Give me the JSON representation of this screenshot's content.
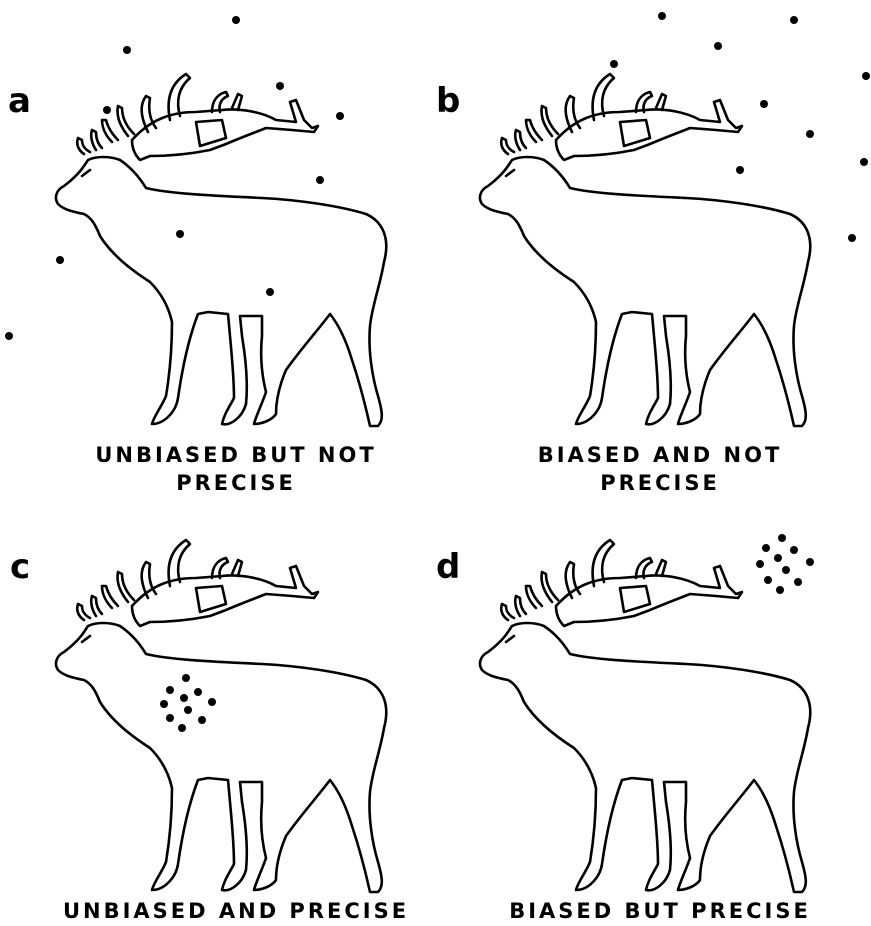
{
  "panels": [
    {
      "id": "a",
      "letter": "a",
      "caption_lines": [
        "UNBIASED BUT NOT",
        "PRECISE"
      ],
      "description": "shots widely scattered, centered on elk"
    },
    {
      "id": "b",
      "letter": "b",
      "caption_lines": [
        "BIASED AND NOT",
        "PRECISE"
      ],
      "description": "shots widely scattered, centered off elk"
    },
    {
      "id": "c",
      "letter": "c",
      "caption_lines": [
        "UNBIASED AND PRECISE"
      ],
      "description": "tight shot group on elk chest"
    },
    {
      "id": "d",
      "letter": "d",
      "caption_lines": [
        "BIASED BUT PRECISE"
      ],
      "description": "tight shot group off elk"
    }
  ],
  "colors": {
    "ink": "#000000",
    "background": "#ffffff"
  },
  "icon_names": [
    "elk-icon",
    "shot-dot"
  ]
}
